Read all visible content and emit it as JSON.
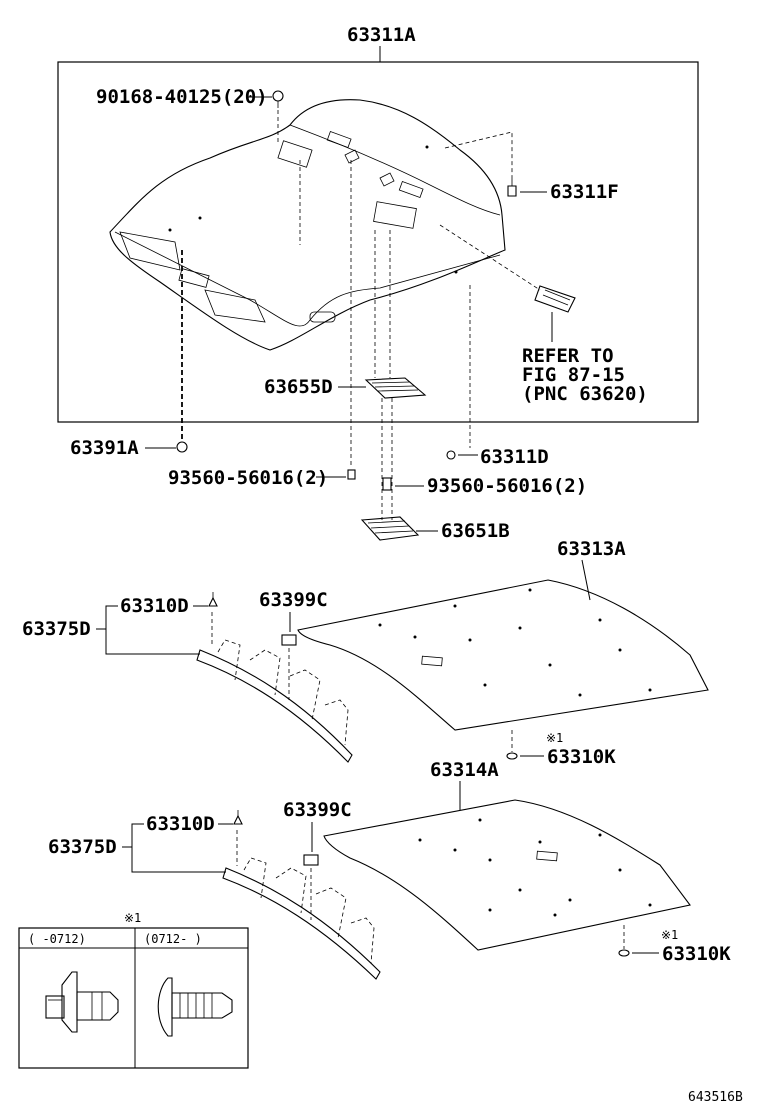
{
  "labels": {
    "l_63311A": "63311A",
    "l_90168": "90168-40125(20)",
    "l_63311F": "63311F",
    "l_refer1": "REFER TO",
    "l_refer2": "FIG 87-15",
    "l_refer3": "(PNC 63620)",
    "l_63655D": "63655D",
    "l_63391A": "63391A",
    "l_63311D": "63311D",
    "l_93560a": "93560-56016(2)",
    "l_93560b": "93560-56016(2)",
    "l_63651B": "63651B",
    "l_63313A": "63313A",
    "l_63310D_1": "63310D",
    "l_63399C_1": "63399C",
    "l_63375D_1": "63375D",
    "l_note1a": "※1",
    "l_63310K_1": "63310K",
    "l_63314A": "63314A",
    "l_63310D_2": "63310D",
    "l_63399C_2": "63399C",
    "l_63375D_2": "63375D",
    "l_note1b": "※1",
    "l_63310K_2": "63310K",
    "l_inset_note": "※1",
    "l_inset_left": "(  -0712)",
    "l_inset_right": "(0712-   )",
    "l_figno": "643516B"
  }
}
